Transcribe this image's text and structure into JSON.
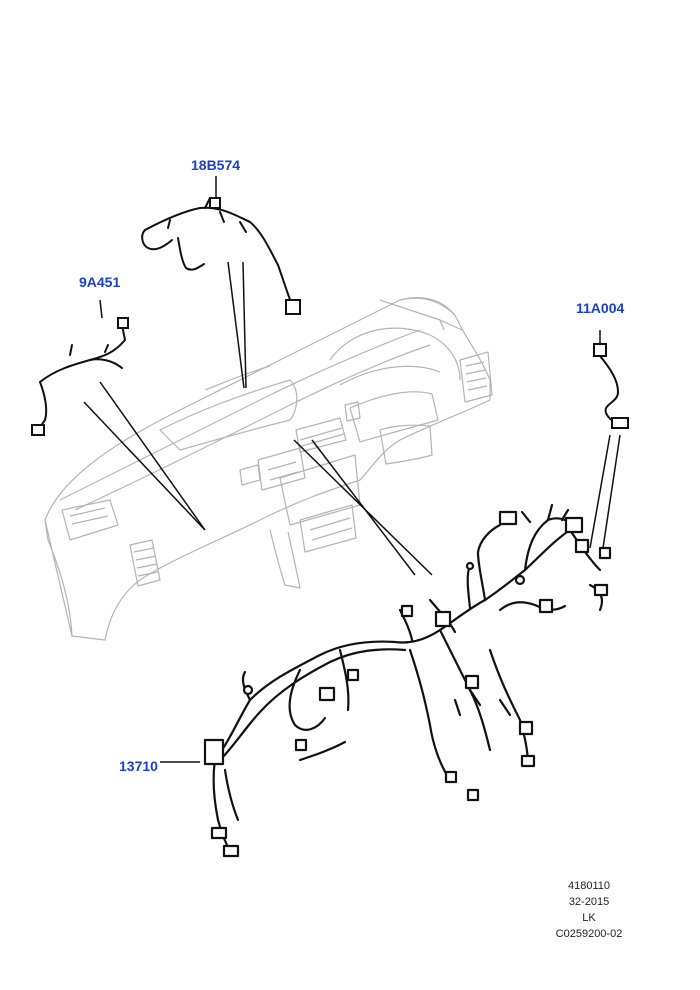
{
  "callouts": {
    "part_18B574": "18B574",
    "part_9A451": "9A451",
    "part_11A004": "11A004",
    "part_13710": "13710"
  },
  "reference": {
    "line1": "4180110",
    "line2": "32-2015",
    "line3": "LK",
    "line4": "C0259200-02"
  },
  "colors": {
    "callout_text": "#1a3fd0",
    "dashboard_outline": "#b4b4b4",
    "harness_line": "#111111"
  }
}
